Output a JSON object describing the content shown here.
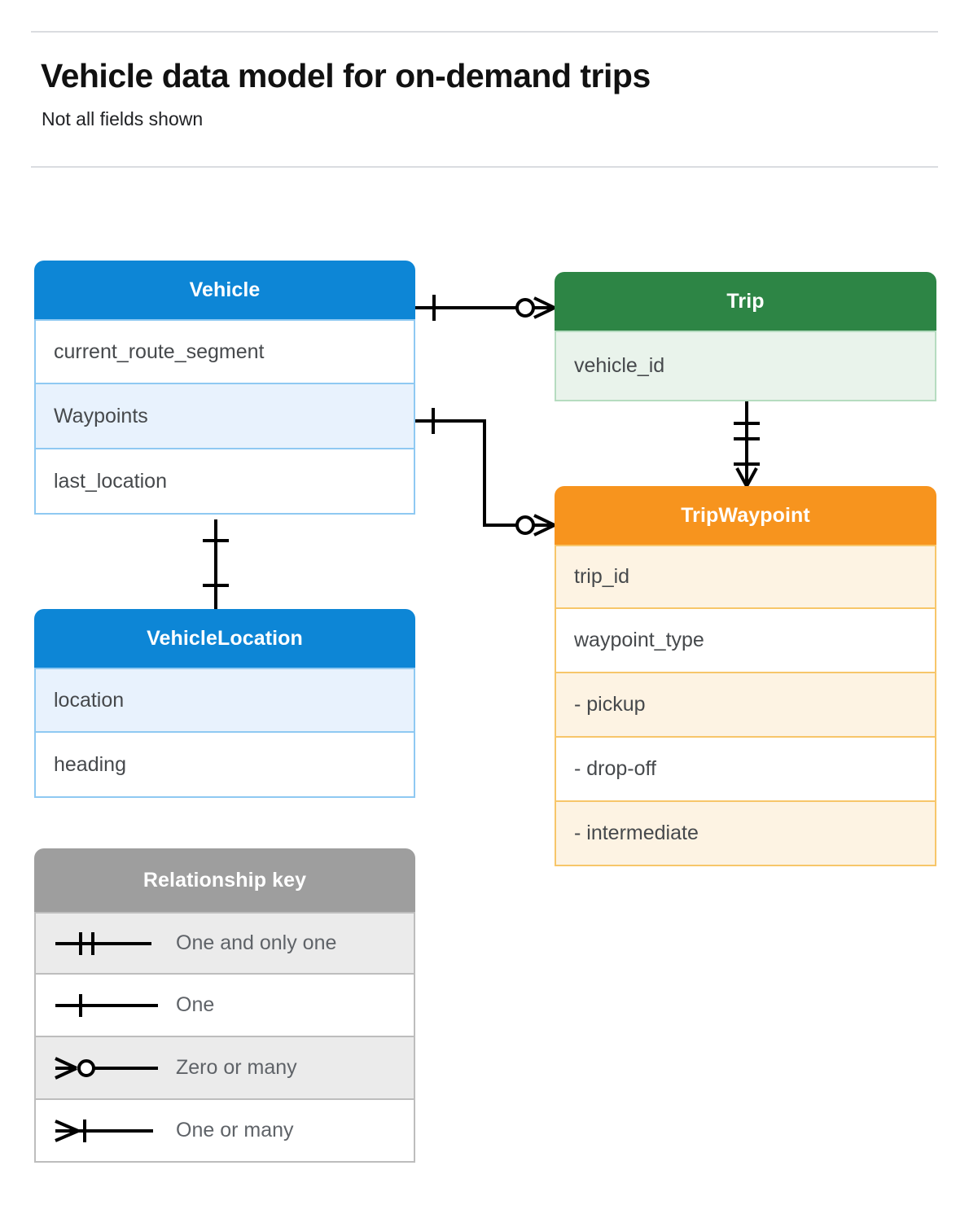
{
  "header": {
    "title": "Vehicle data model for on-demand trips",
    "subtitle": "Not all fields shown"
  },
  "entities": {
    "vehicle": {
      "name": "Vehicle",
      "color": "#0d86d6",
      "fields": [
        "current_route_segment",
        "Waypoints",
        "last_location"
      ]
    },
    "vehicle_location": {
      "name": "VehicleLocation",
      "color": "#0d86d6",
      "fields": [
        "location",
        "heading"
      ]
    },
    "trip": {
      "name": "Trip",
      "color": "#2d8545",
      "fields": [
        "vehicle_id"
      ]
    },
    "trip_waypoint": {
      "name": "TripWaypoint",
      "color": "#f7941e",
      "fields": [
        "trip_id",
        "waypoint_type",
        "-  pickup",
        "-  drop-off",
        "-  intermediate"
      ]
    }
  },
  "legend": {
    "title": "Relationship key",
    "color": "#9e9e9e",
    "rows": [
      {
        "symbol": "one-and-only-one-icon",
        "label": "One and only one"
      },
      {
        "symbol": "one-icon",
        "label": "One"
      },
      {
        "symbol": "zero-or-many-icon",
        "label": "Zero or many"
      },
      {
        "symbol": "one-or-many-icon",
        "label": "One or many"
      }
    ]
  },
  "relationships": [
    {
      "from": "Vehicle",
      "to": "Trip",
      "from_cardinality": "One",
      "to_cardinality": "Zero or many"
    },
    {
      "from": "Vehicle.Waypoints",
      "to": "TripWaypoint",
      "from_cardinality": "One",
      "to_cardinality": "Zero or many"
    },
    {
      "from": "Trip",
      "to": "TripWaypoint",
      "from_cardinality": "One and only one",
      "to_cardinality": "One or many"
    },
    {
      "from": "Vehicle",
      "to": "VehicleLocation",
      "from_cardinality": "One",
      "to_cardinality": "One"
    }
  ]
}
